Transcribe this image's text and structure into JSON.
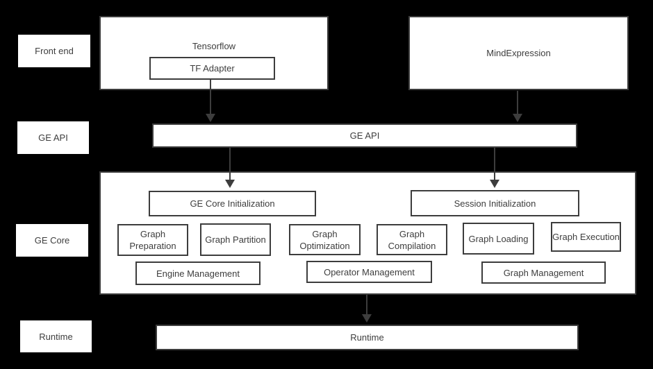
{
  "colors": {
    "background": "#000000",
    "box_fill": "#ffffff",
    "box_border": "#3c3c3c",
    "text": "#3d3d3d",
    "arrow": "#3d3d3d"
  },
  "rows": {
    "front_end": "Front end",
    "ge_api": "GE API",
    "ge_core": "GE Core",
    "runtime": "Runtime"
  },
  "front_end": {
    "tensorflow": "Tensorflow",
    "tf_adapter": "TF Adapter",
    "mindexpression": "MindExpression"
  },
  "ge_api": {
    "bar": "GE API"
  },
  "ge_core": {
    "ge_core_initialization": "GE Core Initialization",
    "session_initialization": "Session Initialization",
    "graph_preparation": "Graph Preparation",
    "graph_partition": "Graph Partition",
    "graph_optimization": "Graph Optimization",
    "graph_compilation": "Graph Compilation",
    "graph_loading": "Graph Loading",
    "graph_execution": "Graph Execution",
    "engine_management": "Engine Management",
    "operator_management": "Operator Management",
    "graph_management": "Graph Management"
  },
  "runtime": {
    "bar": "Runtime"
  }
}
